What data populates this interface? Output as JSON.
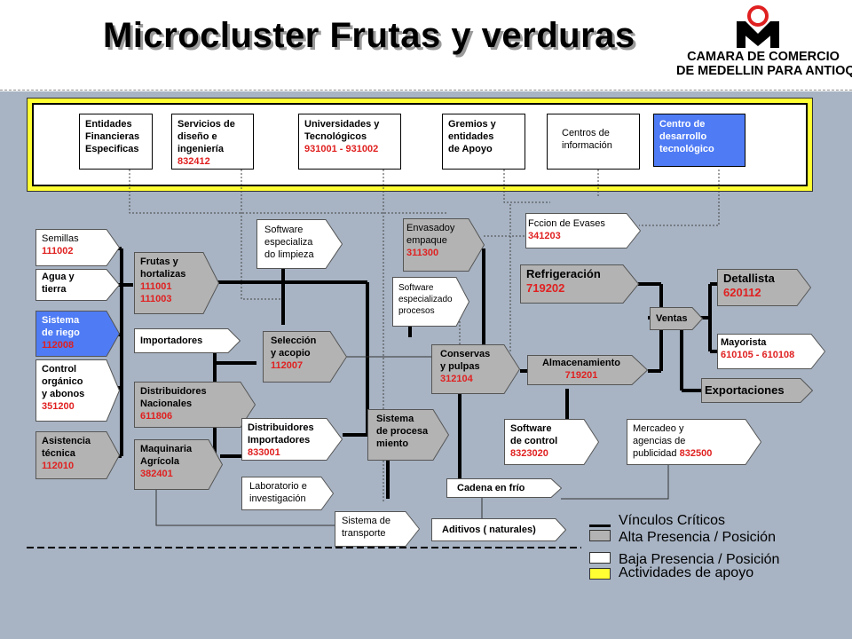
{
  "title": "Microcluster Frutas y verduras",
  "logo": {
    "line1": "CAMARA DE COMERCIO",
    "line2": "DE MEDELLIN PARA ANTIOQUIA"
  },
  "colors": {
    "background": "#a8b4c4",
    "support_border": "#ffff33",
    "gray_box": "#b3b3b3",
    "blue_box": "#4f7cf5",
    "code_red": "#e02020"
  },
  "support": [
    {
      "label": "Entidades\nFinancieras\nEspecificas",
      "code": ""
    },
    {
      "label": "Servicios de\ndiseño e\ningeniería",
      "code": "832412"
    },
    {
      "label": "Universidades y\nTecnológicos",
      "code": "931001 - 931002"
    },
    {
      "label": "Gremios y\nentidades\nde Apoyo",
      "code": ""
    },
    {
      "label": "Centros de\ninformación",
      "code": ""
    },
    {
      "label": "Centro de\ndesarrollo\ntecnológico",
      "code": ""
    }
  ],
  "nodes": {
    "semillas": {
      "label": "Semillas",
      "code": "111002"
    },
    "agua": {
      "label": "Agua y\ntierra",
      "code": ""
    },
    "riego": {
      "label": "Sistema\nde riego",
      "code": "112008"
    },
    "control": {
      "label": "Control\n orgánico\ny abonos",
      "code": "351200"
    },
    "asistencia": {
      "label": "Asistencia\ntécnica",
      "code": "112010"
    },
    "frutas": {
      "label": "Frutas y\n hortalizas",
      "code": "111001\n111003"
    },
    "importadores": {
      "label": "Importadores",
      "code": ""
    },
    "distribuidores_nac": {
      "label": "Distribuidores\nNacionales",
      "code": "611806"
    },
    "maquinaria": {
      "label": "Maquinaria\nAgrícola",
      "code": "382401"
    },
    "software_limpieza": {
      "label": "Software\nespecializa\ndo limpieza",
      "code": ""
    },
    "seleccion": {
      "label": "Selección\n y acopio",
      "code": "112007"
    },
    "dist_importadores": {
      "label": "Distribuidores\nImportadores",
      "code": "833001"
    },
    "laboratorio": {
      "label": "Laboratorio e\ninvestigación",
      "code": ""
    },
    "transporte": {
      "label": "Sistema de\ntransporte",
      "code": ""
    },
    "envasado": {
      "label": "Envasadoy\nempaque",
      "code": "311300"
    },
    "software_procesos": {
      "label": "Software\nespecializado\nprocesos",
      "code": ""
    },
    "sistema_proceso": {
      "label": "Sistema\nde procesa\nmiento",
      "code": ""
    },
    "conservas": {
      "label": "Conservas\ny pulpas",
      "code": "312104"
    },
    "cadena_frio": {
      "label": "Cadena en frío",
      "code": ""
    },
    "aditivos": {
      "label": "Aditivos ( naturales)",
      "code": ""
    },
    "envases": {
      "label": "Fccion de Evases",
      "code": "341203"
    },
    "refrigeracion": {
      "label": "Refrigeración",
      "code": "719202"
    },
    "almacenamiento": {
      "label": "Almacenamiento",
      "code": "719201"
    },
    "software_control": {
      "label": "Software\n de control",
      "code": "8323020"
    },
    "mercadeo": {
      "label": "Mercadeo y\n agencias de\n publicidad",
      "code": "832500"
    },
    "ventas": {
      "label": "Ventas",
      "code": ""
    },
    "detallista": {
      "label": "Detallista",
      "code": "620112"
    },
    "mayorista": {
      "label": "Mayorista",
      "code": "610105 - 610108"
    },
    "exportaciones": {
      "label": "Exportaciones",
      "code": ""
    }
  },
  "legend": {
    "criticos": "Vínculos Críticos",
    "alta": "Alta Presencia / Posición",
    "baja": "Baja Presencia / Posición",
    "apoyo": "Actividades de apoyo"
  }
}
